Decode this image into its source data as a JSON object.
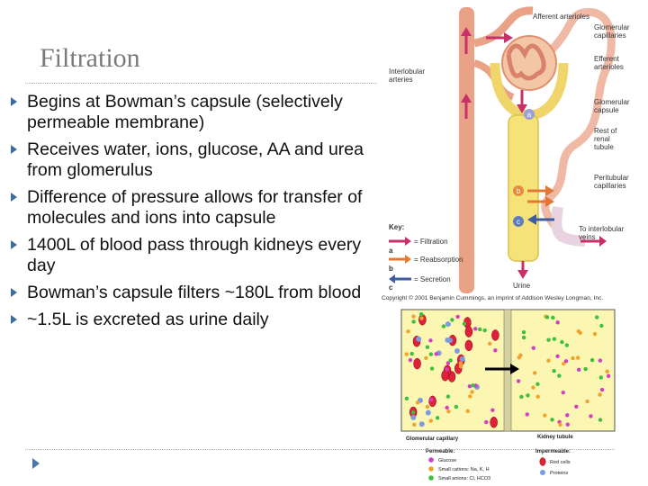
{
  "slide": {
    "title": "Filtration",
    "bullets": [
      "Begins at Bowman’s capsule (selectively permeable membrane)",
      "Receives water, ions, glucose, AA and urea from glomerulus",
      "Difference of pressure allows for transfer of molecules and ions into capsule",
      "1400L of blood pass through kidneys every day",
      "Bowman’s capsule filters ~180L from blood",
      " ~1.5L is excreted as urine daily"
    ]
  },
  "nephron_figure": {
    "labels": {
      "afferent": "Afferent arterioles",
      "glomerular_cap_1": "Glomerular",
      "glomerular_cap_2": "capillaries",
      "efferent_1": "Efferent",
      "efferent_2": "arterioles",
      "interlobular_1": "Interlobular",
      "interlobular_2": "arteries",
      "glom_capsule_1": "Glomerular",
      "glom_capsule_2": "capsule",
      "rest_1": "Rest of",
      "rest_2": "renal",
      "rest_3": "tubule",
      "peritubular_1": "Peritubular",
      "peritubular_2": "capillaries",
      "to_veins_1": "To interlobular",
      "to_veins_2": "veins",
      "urine": "Urine",
      "marker_a": "a",
      "marker_b": "b",
      "marker_c": "c",
      "key_title": "Key:",
      "key_a_letter": "a",
      "key_b_letter": "b",
      "key_c_letter": "c",
      "key_filtration": "= Filtration",
      "key_reabsorption": "= Reabsorption",
      "key_secretion": "= Secretion",
      "copyright": "Copyright © 2001 Benjamin Cummings, an imprint of Addison Wesley Longman, Inc."
    },
    "colors": {
      "filtration": "#c8306a",
      "reabsorption": "#e27833",
      "secretion": "#3f5c9e",
      "tubule": "#f5e37a",
      "vessel": "#e9a286"
    }
  },
  "capillary_figure": {
    "labels": {
      "left_panel": "Glomerular capillary",
      "right_panel": "Kidney tubule",
      "permeable_title": "Permeable:",
      "glucose": "Glucose",
      "small_cations": "Small cations: Na, K, H",
      "small_anions": "Small anions: Cl, HCO3",
      "impermeable_title": "Impermeable:",
      "red_cells": "Red cells",
      "proteins": "Proteins"
    },
    "colors": {
      "glucose": "#d23fc4",
      "cations": "#f0a22c",
      "anions": "#3fbf3f",
      "red_cells": "#e0213a",
      "proteins": "#7d9be0",
      "background": "#fbf7b2"
    }
  }
}
